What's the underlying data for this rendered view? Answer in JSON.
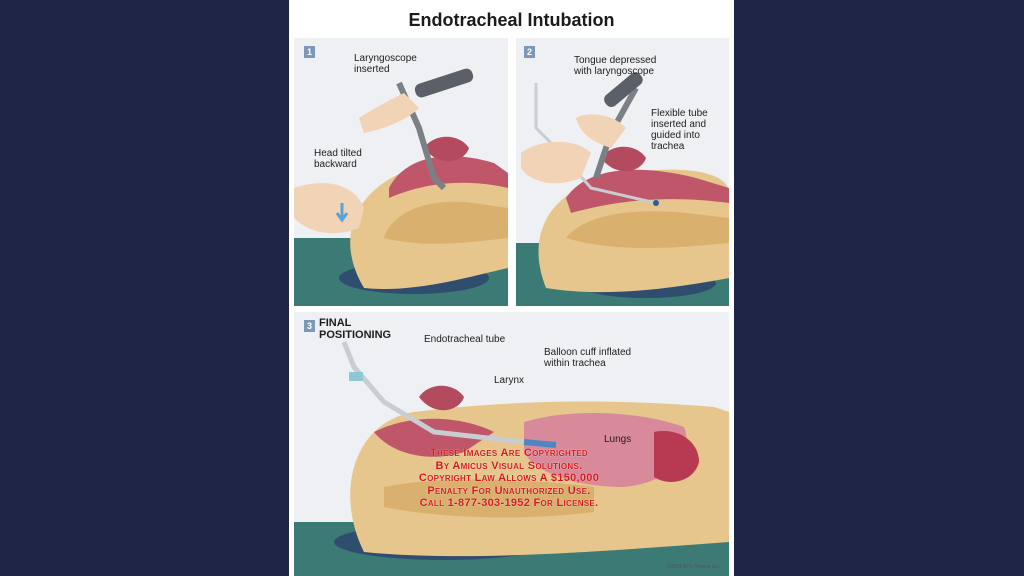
{
  "title": "Endotracheal Intubation",
  "panel1": {
    "number": "1",
    "labels": [
      "Laryngoscope\ninserted",
      "Head tilted\nbackward"
    ]
  },
  "panel2": {
    "number": "2",
    "labels": [
      "Tongue depressed\nwith laryngoscope",
      "Flexible tube\ninserted and\nguided into\ntrachea"
    ]
  },
  "panel3": {
    "number": "3",
    "heading": "FINAL\nPOSITIONING",
    "labels": [
      "Endotracheal tube",
      "Larynx",
      "Balloon cuff inflated\nwithin trachea",
      "Lungs"
    ]
  },
  "watermark": [
    "These Images Are Copyrighted",
    "By Amicus Visual Solutions.",
    "Copyright Law Allows A $150,000",
    "Penalty For Unauthorized Use.",
    "Call 1-877-303-1952 For License."
  ],
  "copyright": "©2011 AVS Precise Inc.",
  "colors": {
    "background": "#1f2544",
    "label_box": "#7d98b6",
    "watermark": "#d11b1b"
  }
}
